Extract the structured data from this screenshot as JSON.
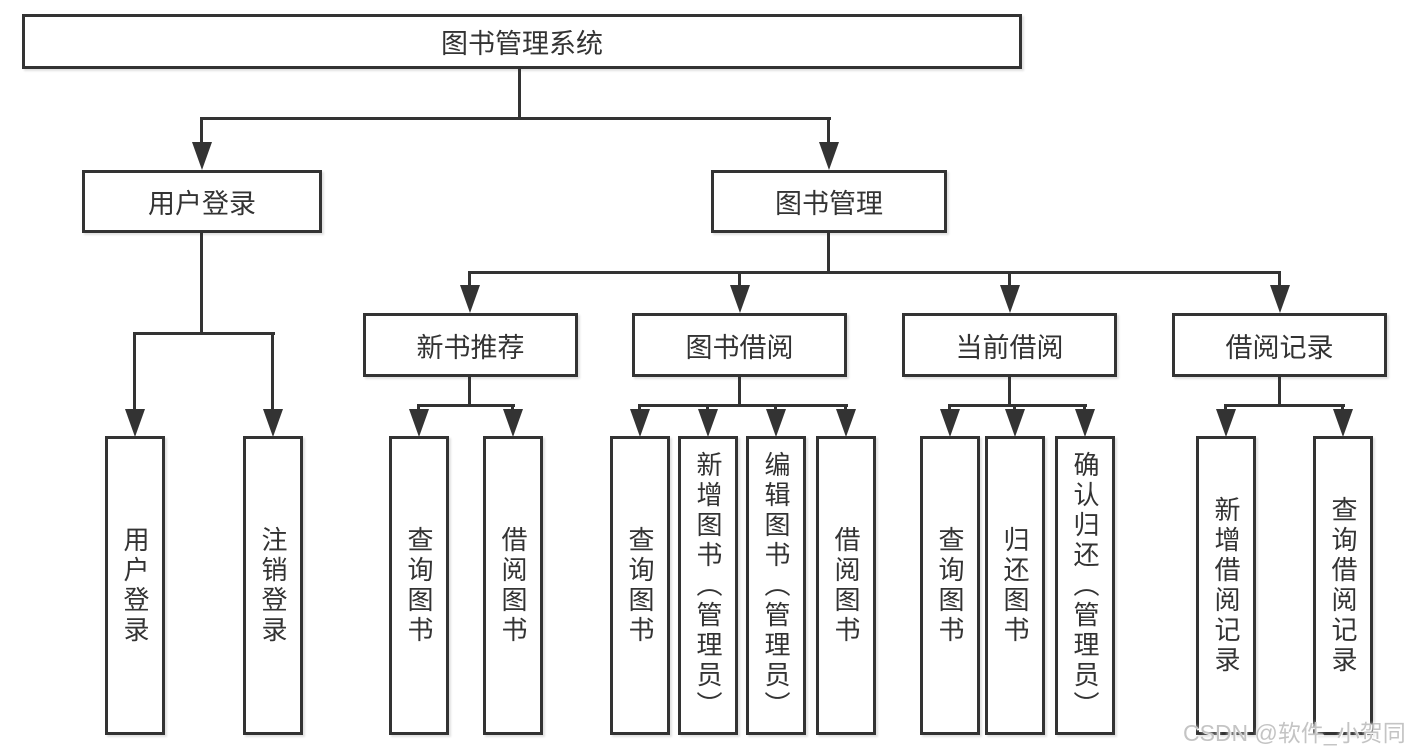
{
  "tree": {
    "root": {
      "label": "图书管理系统"
    },
    "level2": [
      {
        "label": "用户登录"
      },
      {
        "label": "图书管理"
      }
    ],
    "level3": [
      {
        "label": "新书推荐"
      },
      {
        "label": "图书借阅"
      },
      {
        "label": "当前借阅"
      },
      {
        "label": "借阅记录"
      }
    ],
    "leaves": [
      {
        "label": "用户登录"
      },
      {
        "label": "注销登录"
      },
      {
        "label": "查询图书"
      },
      {
        "label": "借阅图书"
      },
      {
        "label": "查询图书"
      },
      {
        "label": "新增图书（管理员）"
      },
      {
        "label": "编辑图书（管理员）"
      },
      {
        "label": "借阅图书"
      },
      {
        "label": "查询图书"
      },
      {
        "label": "归还图书"
      },
      {
        "label": "确认归还（管理员）"
      },
      {
        "label": "新增借阅记录"
      },
      {
        "label": "查询借阅记录"
      }
    ]
  },
  "watermark": {
    "text": "CSDN @软件_小贺同学"
  },
  "colors": {
    "line": "#333333",
    "text": "#333333",
    "background": "#ffffff",
    "watermark": "#c4c4c4"
  }
}
